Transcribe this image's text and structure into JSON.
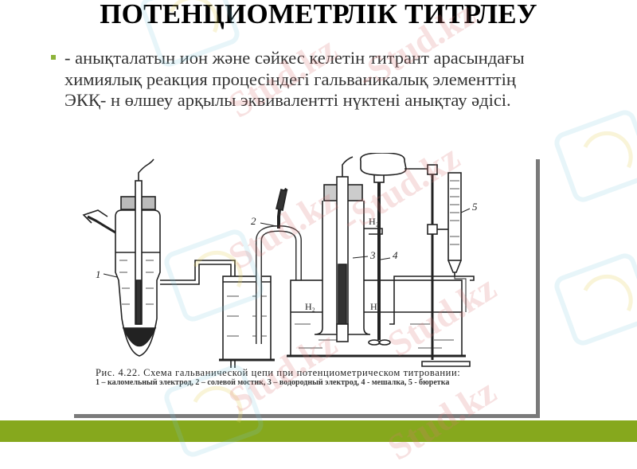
{
  "slide": {
    "title": "ПОТЕНЦИОМЕТРЛІК ТИТРЛЕУ",
    "bullet": {
      "icon": "square-bullet-icon",
      "text": " - анықталатын ион және сәйкес келетін  титрант арасындағы химиялық реакция процесіндегі гальваникалық элементтің ЭКҚ- н өлшеу арқылы эквивалентті нүктені анықтау әдісі."
    },
    "figure": {
      "labels": {
        "n1": "1",
        "n2": "2",
        "n3": "3",
        "n4": "4",
        "n5": "5",
        "h2_top": "H₂",
        "h2_left": "H₂",
        "h2_right": "H₂"
      },
      "caption_title": "Рис. 4.22. Схема гальванической цепи при потенциометрическом титровании:",
      "caption_legend": "1 – каломельный электрод, 2 – солевой мостик, 3 – водородный электрод, 4 - мешалка, 5 - бюретка"
    },
    "watermark": {
      "text": "Stud.kz",
      "text_alt": "-Stud.kz"
    },
    "colors": {
      "bullet": "#8db33a",
      "footer": "#86a81d",
      "frame_shadow": "#7a7a7a",
      "text": "#333333"
    }
  }
}
